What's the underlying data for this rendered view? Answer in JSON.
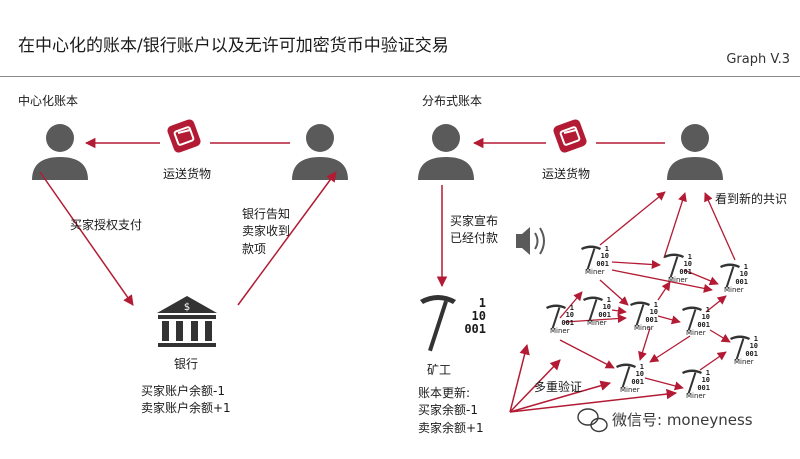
{
  "header": {
    "title": "在中心化的账本/银行账户以及无许可加密货币中验证交易",
    "graph_label": "Graph V.3"
  },
  "left": {
    "section_title": "中心化账本",
    "ship_label": "运送货物",
    "buyer_pay": "买家授权支付",
    "bank_notify_lines": [
      "银行告知",
      "卖家收到",
      "款项"
    ],
    "bank_label": "银行",
    "bank_balances": [
      "买家账户余额-1",
      "卖家账户余额+1"
    ]
  },
  "right": {
    "section_title": "分布式账本",
    "ship_label": "运送货物",
    "buyer_announce_lines": [
      "买家宣布",
      "已经付款"
    ],
    "consensus_label": "看到新的共识",
    "miner_big_label": "矿工",
    "ledger_update_title": "账本更新:",
    "ledger_updates": [
      "买家余额-1",
      "卖家余额+1"
    ],
    "multi_verify": "多重验证",
    "miner_node_label": "Miner",
    "binary_lines": [
      "1",
      "10",
      "001"
    ]
  },
  "watermark": "微信号: moneyness",
  "colors": {
    "arrow": "#b31b34",
    "figure": "#5a5a5a",
    "bank": "#333333"
  }
}
